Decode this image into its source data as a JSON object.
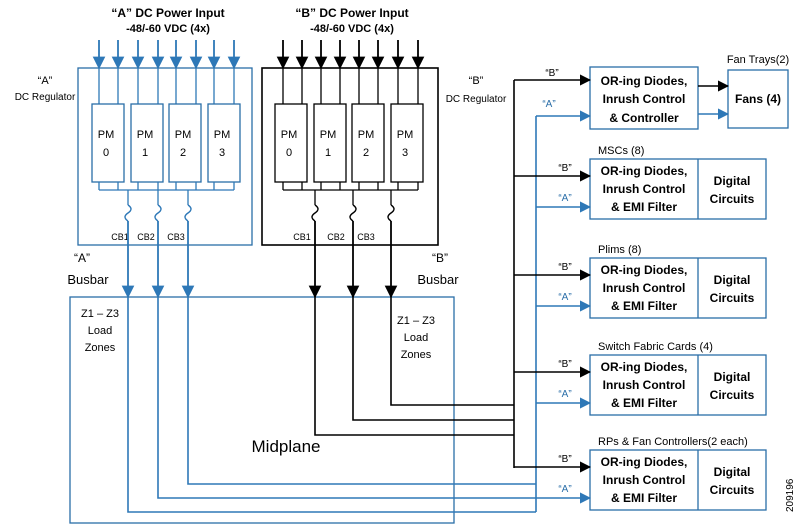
{
  "colors": {
    "a_feed": "#2e78b7",
    "b_feed": "#000000",
    "box_border": "#2a6ea8"
  },
  "a_input": {
    "title": "“A” DC Power Input",
    "spec": "-48/-60 VDC (4x)",
    "regulator_line1": "“A”",
    "regulator_line2": "DC Regulator"
  },
  "b_input": {
    "title": "“B” DC Power Input",
    "spec": "-48/-60 VDC (4x)",
    "regulator_line1": "“B”",
    "regulator_line2": "DC Regulator"
  },
  "power_modules": [
    {
      "label": "PM",
      "num": "0"
    },
    {
      "label": "PM",
      "num": "1"
    },
    {
      "label": "PM",
      "num": "2"
    },
    {
      "label": "PM",
      "num": "3"
    }
  ],
  "circuit_breakers": [
    "CB1",
    "CB2",
    "CB3"
  ],
  "busbar_a": {
    "line1": "“A”",
    "line2": "Busbar"
  },
  "busbar_b": {
    "line1": "“B”",
    "line2": "Busbar"
  },
  "load_zones_a": [
    "Z1 – Z3",
    "Load",
    "Zones"
  ],
  "load_zones_b": [
    "Z1 – Z3",
    "Load",
    "Zones"
  ],
  "midplane_label": "Midplane",
  "fan_trays": {
    "title": "Fan Trays(2)",
    "or_lines": [
      "OR-ing Diodes,",
      "Inrush Control",
      "& Controller"
    ],
    "fans_label": "Fans (4)"
  },
  "cards": [
    {
      "title": "MSCs (8)",
      "or_lines": [
        "OR-ing Diodes,",
        "Inrush Control",
        "& EMI Filter"
      ],
      "digital_lines": [
        "Digital",
        "Circuits"
      ]
    },
    {
      "title": "Plims (8)",
      "or_lines": [
        "OR-ing Diodes,",
        "Inrush Control",
        "& EMI Filter"
      ],
      "digital_lines": [
        "Digital",
        "Circuits"
      ]
    },
    {
      "title": "Switch Fabric Cards (4)",
      "or_lines": [
        "OR-ing Diodes,",
        "Inrush Control",
        "& EMI Filter"
      ],
      "digital_lines": [
        "Digital",
        "Circuits"
      ]
    },
    {
      "title": "RPs & Fan Controllers(2 each)",
      "or_lines": [
        "OR-ing Diodes,",
        "Inrush Control",
        "& EMI Filter"
      ],
      "digital_lines": [
        "Digital",
        "Circuits"
      ]
    }
  ],
  "feed_labels": {
    "a": "“A”",
    "b": "“B”"
  },
  "figure_number": "209196"
}
